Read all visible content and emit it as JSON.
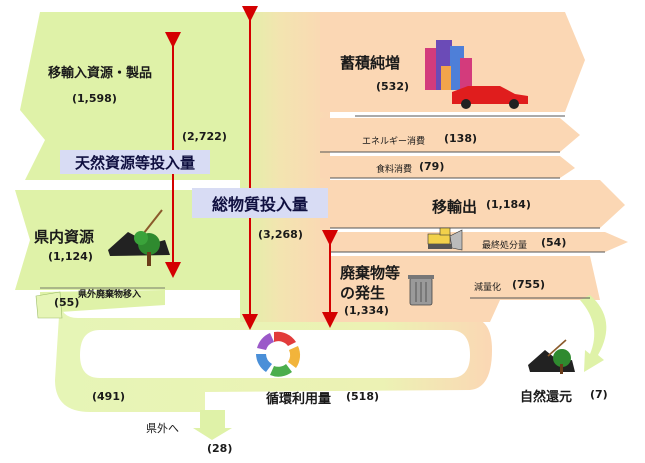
{
  "flows": {
    "imports": {
      "label": "移輸入資源・製品",
      "value": "(1,598)"
    },
    "natural_input": {
      "label": "天然資源等投入量",
      "value": "(2,722)"
    },
    "in_prefecture": {
      "label": "県内資源",
      "value": "(1,124)"
    },
    "waste_import": {
      "label": "県外廃棄物移入",
      "value": "(55)"
    },
    "total_input": {
      "label": "総物質投入量",
      "value": "(3,268)"
    },
    "accumulation": {
      "label": "蓄積純増",
      "value": "(532)"
    },
    "energy": {
      "label": "エネルギー消費",
      "value": "(138)"
    },
    "food": {
      "label": "食料消費",
      "value": "(79)"
    },
    "exports": {
      "label": "移輸出",
      "value": "(1,184)"
    },
    "final_disposal": {
      "label": "最終処分量",
      "value": "(54)"
    },
    "waste_generation": {
      "label": "廃棄物等の発生",
      "label_line1": "廃棄物等",
      "label_line2": "の発生",
      "value": "(1,334)"
    },
    "reduction": {
      "label": "減量化",
      "value": "(755)"
    },
    "recycling": {
      "label": "循環利用量",
      "value": "(518)",
      "left_value": "(491)"
    },
    "out_of_prefecture": {
      "label": "県外へ",
      "value": "(28)"
    },
    "natural_return": {
      "label": "自然還元",
      "value": "(7)"
    }
  },
  "colors": {
    "green": "#dff2a8",
    "orange": "#fbd7b4",
    "arrow_red": "#d40000",
    "label_box": "#d8dcf4"
  }
}
